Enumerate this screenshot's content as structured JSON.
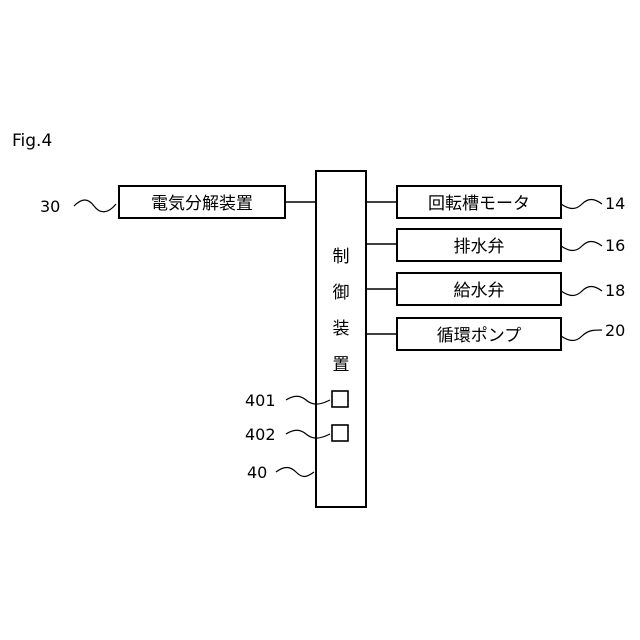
{
  "figure_label": "Fig.4",
  "controller": {
    "label_chars": [
      "制",
      "御",
      "装",
      "置"
    ],
    "ref": "40",
    "indicators": [
      {
        "ref": "401"
      },
      {
        "ref": "402"
      }
    ]
  },
  "electrolysis": {
    "label": "電気分解装置",
    "ref": "30"
  },
  "outputs": [
    {
      "label": "回転槽モータ",
      "ref": "14"
    },
    {
      "label": "排水弁",
      "ref": "16"
    },
    {
      "label": "給水弁",
      "ref": "18"
    },
    {
      "label": "循環ポンプ",
      "ref": "20"
    }
  ]
}
